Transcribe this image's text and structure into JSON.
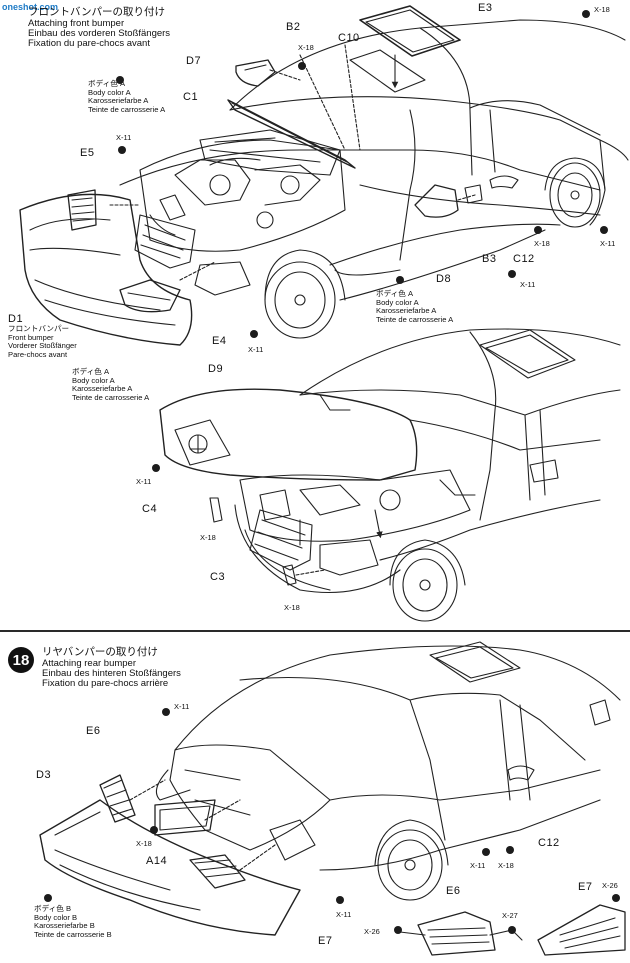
{
  "watermark": "oneshot.com",
  "step17": {
    "title_line_jp": "フロントバンパーの取り付け",
    "title_lines": [
      "Attaching front bumper",
      "Einbau des vorderen Stoßfängers",
      "Fixation du pare-chocs avant"
    ],
    "paint_a": [
      "ボディ色 A",
      "Body color A",
      "Karosseriefarbe A",
      "Teinte de carrosserie A"
    ],
    "paint_a_short": [
      "ボディ色 A",
      "Body color A",
      "Karosseriefarbe A",
      "Teinte de carrosserie A"
    ],
    "part_d1": [
      "D1",
      "フロントバンパー",
      "Front bumper",
      "Vorderer Stoßfänger",
      "Pare-chocs avant"
    ],
    "labels": {
      "e3": "E3",
      "b2": "B2",
      "c10": "C10",
      "d7": "D7",
      "c1": "C1",
      "e5": "E5",
      "e4": "E4",
      "d8": "D8",
      "b3": "B3",
      "c12": "C12",
      "d9": "D9",
      "c4": "C4",
      "c3": "C3"
    },
    "x": {
      "x18_top": "X-18",
      "x18_b2": "X-18",
      "x11_e5": "X-11",
      "x11_e4": "X-11",
      "x18_wheel": "X-18",
      "x11_wheel": "X-11",
      "x11_d8": "X-11",
      "x11_d9": "X-11",
      "x18_c4": "X-18",
      "x18_c3": "X-18"
    }
  },
  "step18": {
    "number": "18",
    "title_lines": [
      "リヤバンパーの取り付け",
      "Attaching rear bumper",
      "Einbau des hinteren Stoßfängers",
      "Fixation du pare-chocs arrière"
    ],
    "paint_b": [
      "ボディ色 B",
      "Body color B",
      "Karosseriefarbe B",
      "Teinte de carrosserie B"
    ],
    "labels": {
      "e6": "E6",
      "d3": "D3",
      "a14": "A14",
      "e7": "E7",
      "c12": "C12",
      "e6b": "E6",
      "e7b": "E7"
    },
    "x": {
      "x11_top": "X-11",
      "x18_a14": "X-18",
      "x11_e7": "X-11",
      "x11_door": "X-11",
      "x18_door": "X-18",
      "x26_left": "X-26",
      "x27_mid": "X-27",
      "x26_right": "X-26"
    }
  }
}
